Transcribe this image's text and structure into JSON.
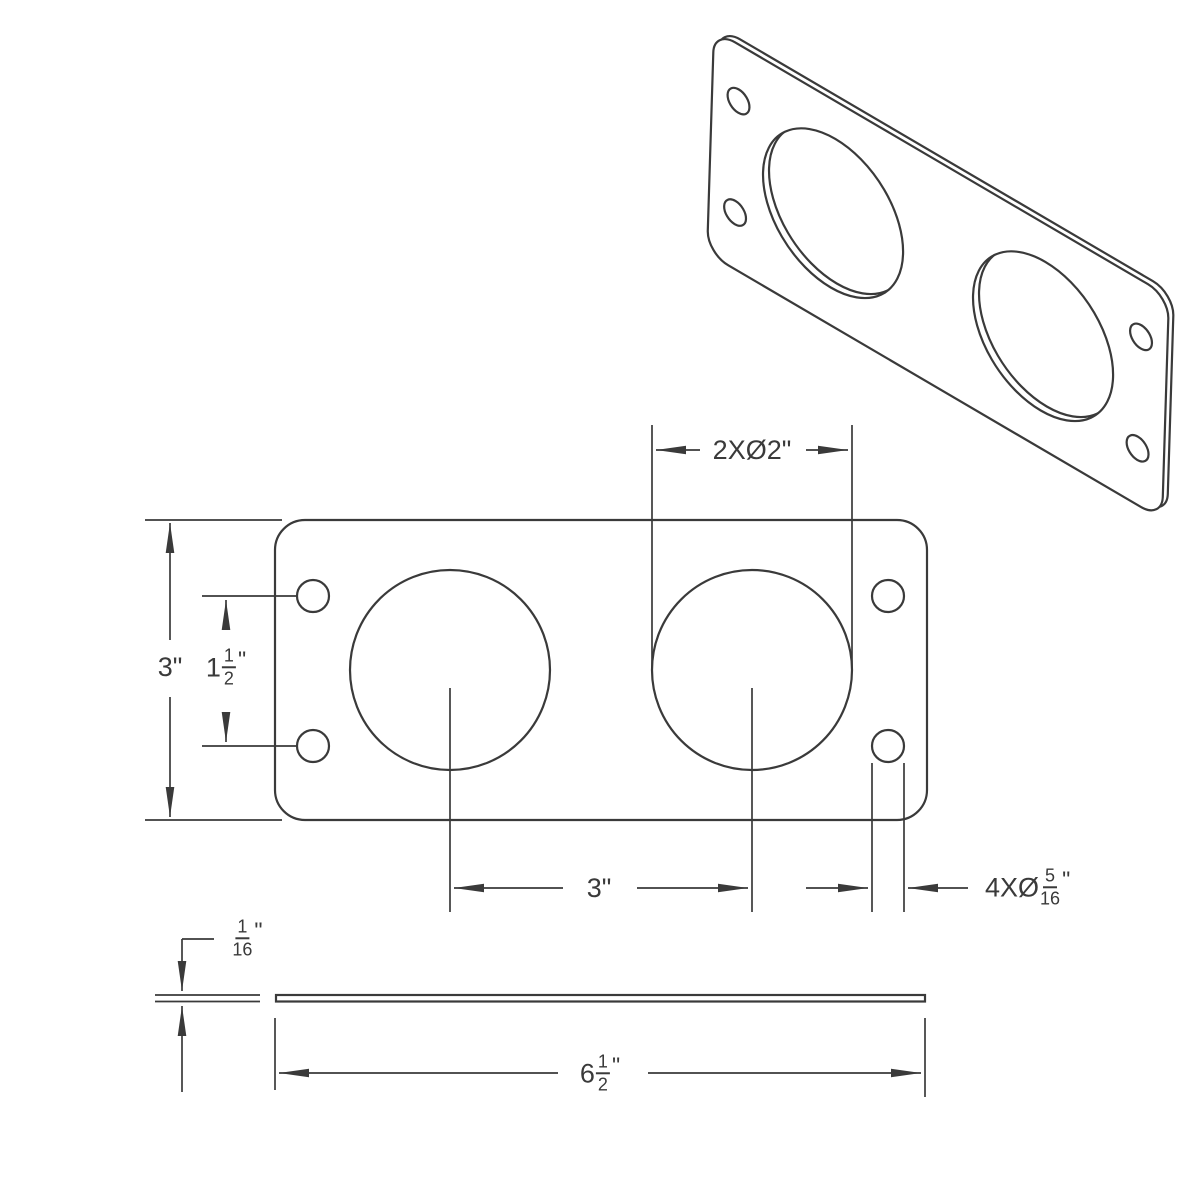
{
  "meta": {
    "description": "CAD dimension drawing of a rectangular two-hole mounting plate with four corner holes, shown in isometric view, dimensioned front view and thin edge view"
  },
  "colors": {
    "line": "#3a3a3a",
    "background": "#ffffff"
  },
  "labels": {
    "hole_diameter": {
      "text": "2XØ2\""
    },
    "plate_height": {
      "text": "3\""
    },
    "hole_vertical_spacing": {
      "whole": "1",
      "num": "1",
      "den": "2",
      "unit": "\""
    },
    "hole_center_distance": {
      "text": "3\""
    },
    "small_hole_diameter": {
      "prefix": "4XØ",
      "num": "5",
      "den": "16",
      "unit": "\""
    },
    "plate_thickness": {
      "num": "1",
      "den": "16",
      "unit": "\""
    },
    "plate_width": {
      "whole": "6",
      "num": "1",
      "den": "2",
      "unit": "\""
    }
  }
}
